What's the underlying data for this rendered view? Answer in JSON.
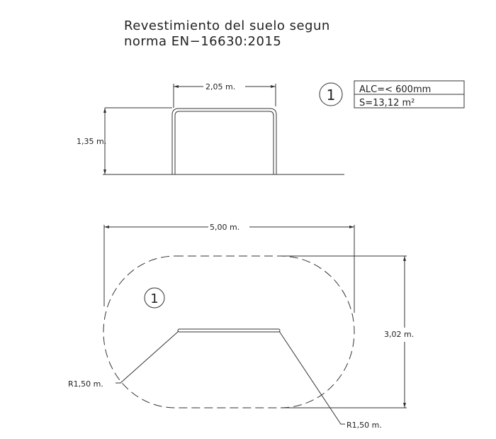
{
  "title": {
    "line1": "Revestimiento del suelo segun",
    "line2": "norma EN−16630:2015"
  },
  "elevation": {
    "width_label": "2,05 m.",
    "height_label": "1,35 m."
  },
  "legend": {
    "marker": "1",
    "row1": "ALC=<  600mm",
    "row2": "S=13,12  m²"
  },
  "plan": {
    "length_label": "5,00 m.",
    "width_label": "3,02 m.",
    "zone_marker": "1",
    "radius_left": "R1,50 m.",
    "radius_right": "R1,50 m."
  }
}
